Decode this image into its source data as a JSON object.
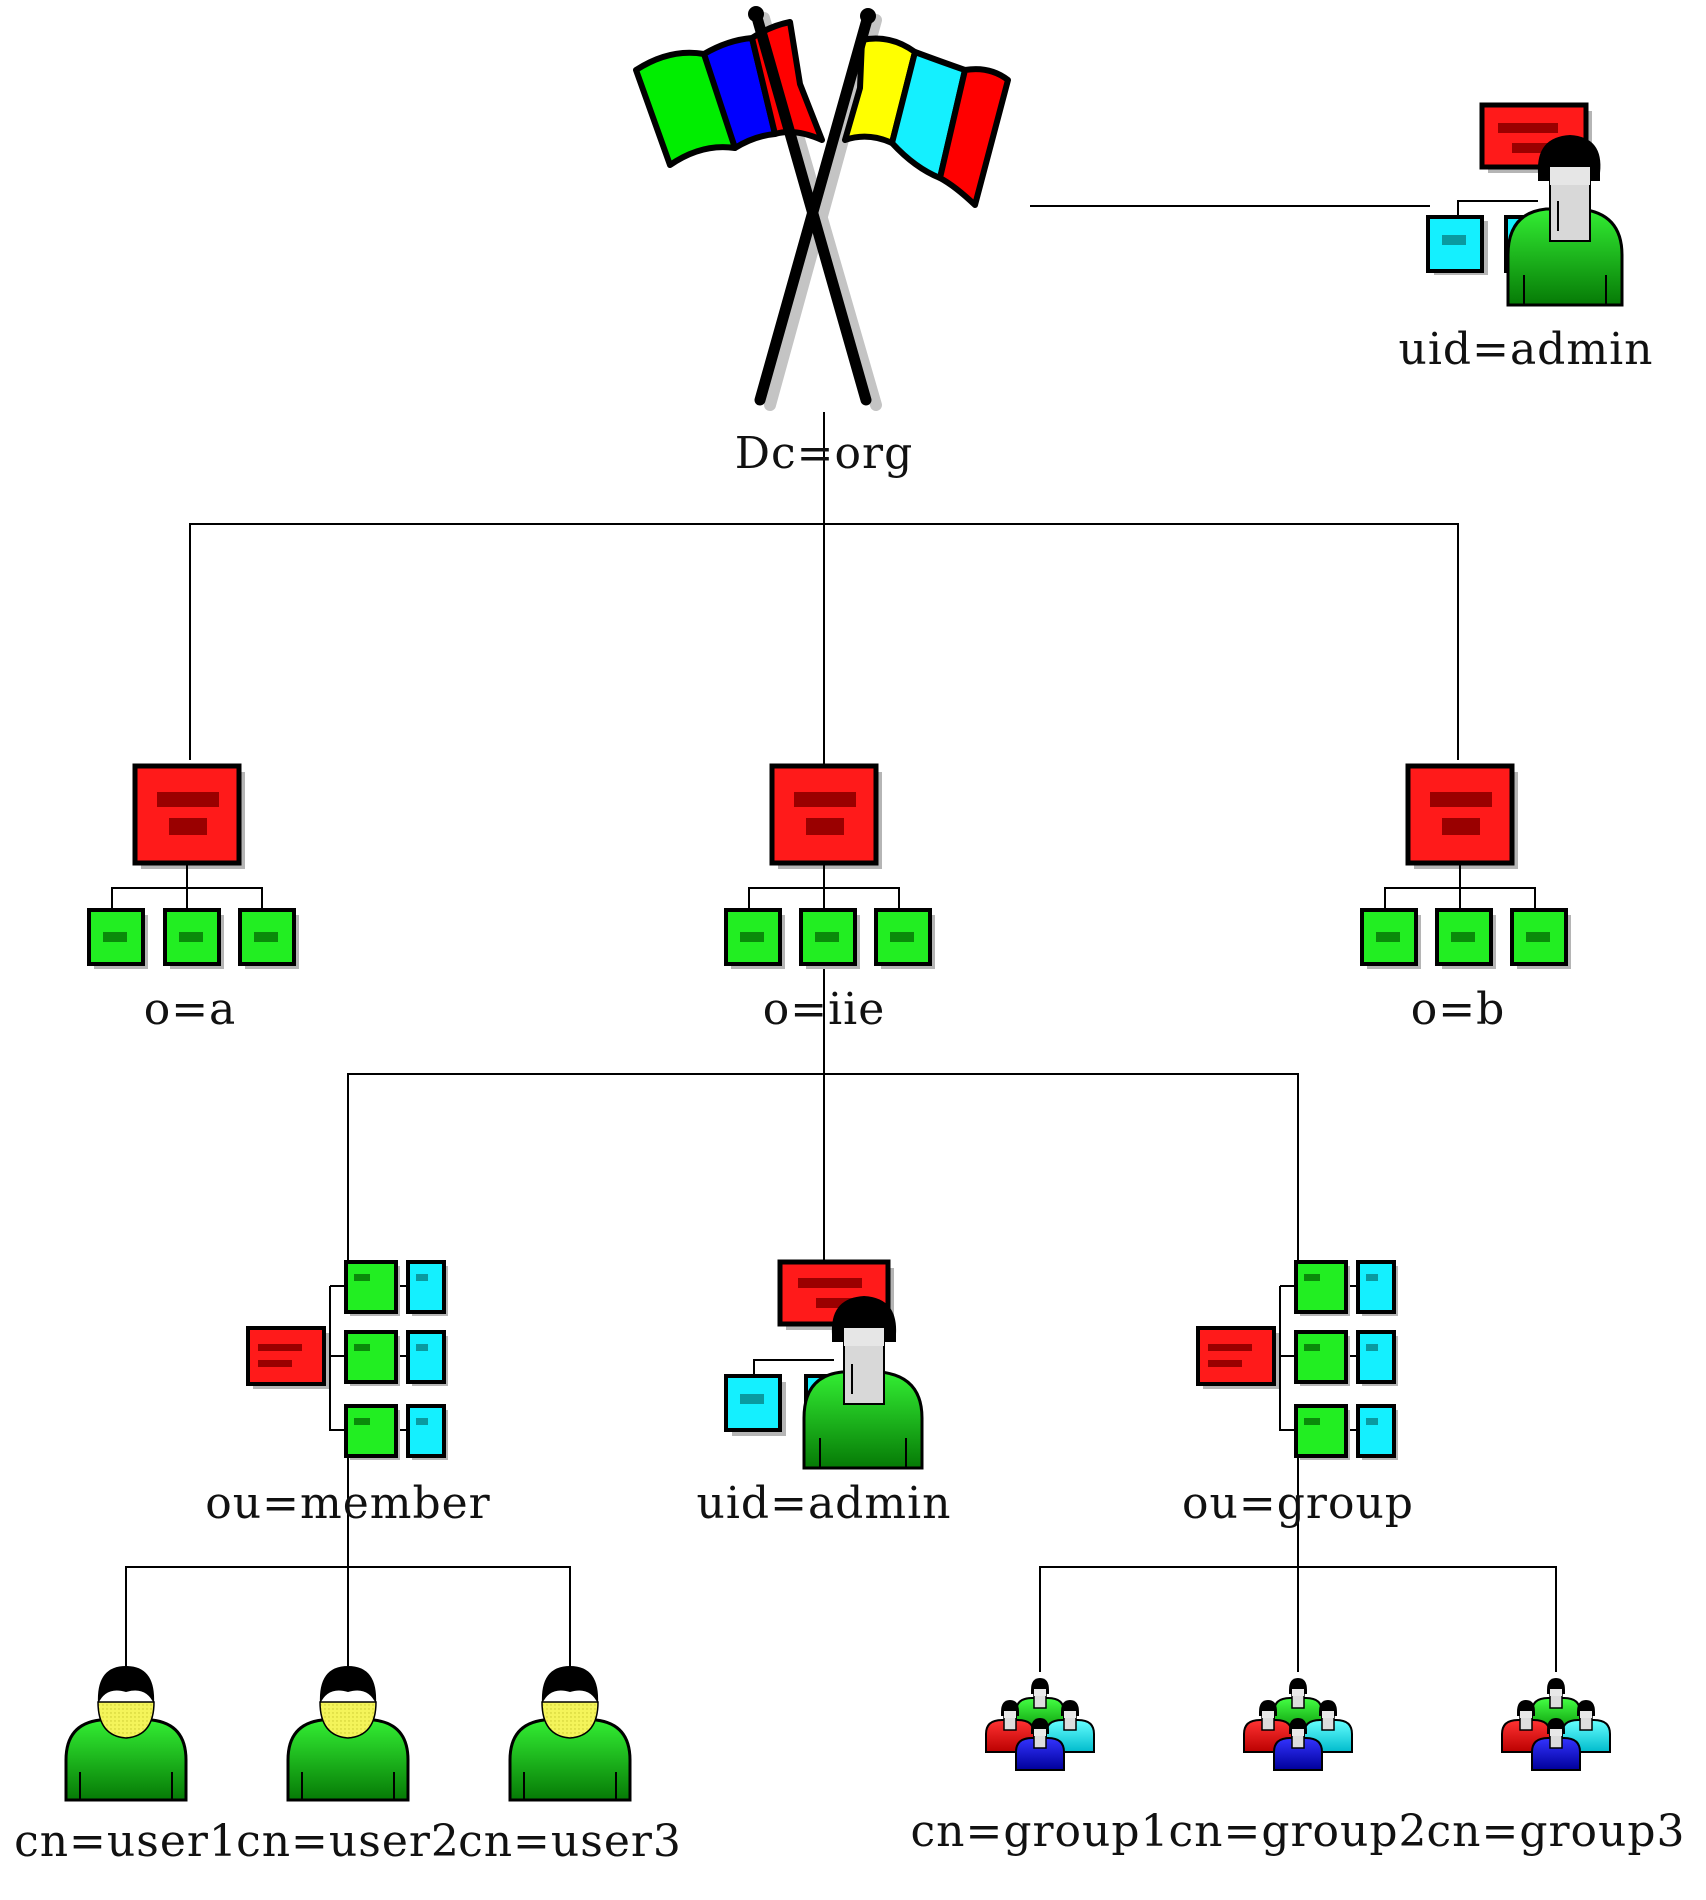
{
  "diagram": {
    "root": {
      "label": "Dc=org"
    },
    "root_admin": {
      "label": "uid=admin"
    },
    "organizations": [
      {
        "label": "o=a"
      },
      {
        "label": "o=iie"
      },
      {
        "label": "o=b"
      }
    ],
    "iie_children": [
      {
        "label": "ou=member"
      },
      {
        "label": "uid=admin"
      },
      {
        "label": "ou=group"
      }
    ],
    "users": [
      {
        "label": "cn=user1"
      },
      {
        "label": "cn=user2"
      },
      {
        "label": "cn=user3"
      }
    ],
    "groups": [
      {
        "label": "cn=group1"
      },
      {
        "label": "cn=group2"
      },
      {
        "label": "cn=group3"
      }
    ]
  },
  "colors": {
    "line": "#000000",
    "org_red": "#ff1a1a",
    "org_dark": "#990000",
    "leaf_green": "#22ee22",
    "leaf_dark": "#0a8a0a",
    "cyan": "#14f0ff",
    "flag_green": "#00ee00",
    "flag_blue": "#0000ff",
    "flag_red": "#ff0000",
    "flag_yellow": "#ffff00",
    "person_green": "#22cc22",
    "face_yellow": "#f0f050",
    "face_grey": "#d8d8d8",
    "group_red": "#ff1111",
    "group_blue": "#1010dd"
  }
}
